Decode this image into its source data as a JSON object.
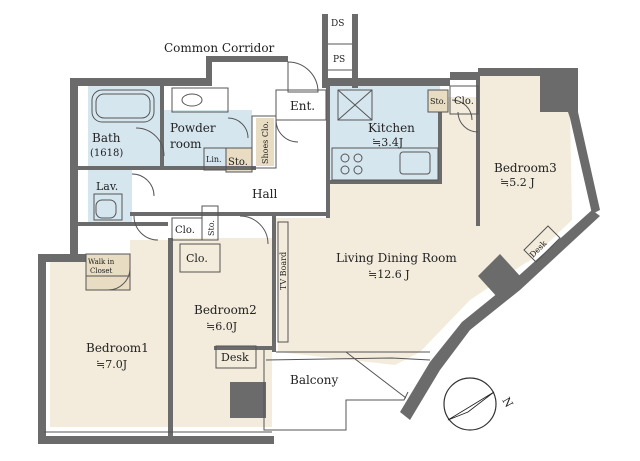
{
  "labels": {
    "common_corridor": "Common Corridor",
    "ds": "DS",
    "ps": "PS",
    "ent": "Ent.",
    "kitchen": "Kitchen",
    "kitchen_size": "≒3.4J",
    "sto_kitchen": "Sto.",
    "clo_bed3": "Clo.",
    "bath": "Bath",
    "bath_size": "(1618)",
    "powder": "Powder",
    "powder2": "room",
    "lin": "Lin.",
    "sto_hall": "Sto.",
    "shoes_clo": "Shoes Clo.",
    "lav": "Lav.",
    "hall": "Hall",
    "bedroom3": "Bedroom3",
    "bedroom3_size": "≒5.2 J",
    "desk_bed3": "Desk",
    "clo_bed2a": "Clo.",
    "sto_bed2": "Sto.",
    "clo_bed2b": "Clo.",
    "walk_in": "Walk in",
    "closet": "Closet",
    "tv_board": "TV Board",
    "living": "Living Dining Room",
    "living_size": "≒12.6 J",
    "bedroom2": "Bedroom2",
    "bedroom2_size": "≒6.0J",
    "bedroom1": "Bedroom1",
    "bedroom1_size": "≒7.0J",
    "desk_bed2": "Desk",
    "balcony": "Balcony",
    "north": "N"
  },
  "colors": {
    "wall": "#6b6b6b",
    "room_beige": "#f3ecdc",
    "wet_blue": "#d6e6ef",
    "storage_tan": "#e8dcc2",
    "line": "#555555"
  }
}
